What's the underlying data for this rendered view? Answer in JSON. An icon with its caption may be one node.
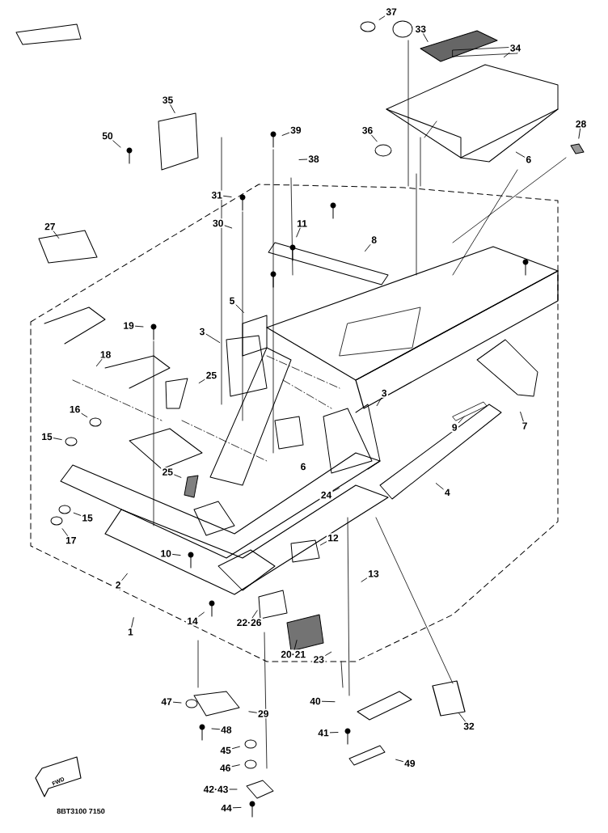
{
  "diagram": {
    "nodes": [
      {
        "text": [
          "31"
        ]
      },
      {
        "text": [
          "30"
        ]
      },
      {
        "text": [
          "35"
        ]
      },
      {
        "text": [
          "50"
        ]
      },
      {
        "text": [
          "39"
        ]
      },
      {
        "text": [
          "38"
        ]
      },
      {
        "text": [
          "36"
        ]
      },
      {
        "text": [
          "37"
        ]
      },
      {
        "text": [
          "33"
        ]
      },
      {
        "text": [
          "34"
        ]
      },
      {
        "text": [
          "28"
        ]
      },
      {
        "text": [
          "6"
        ]
      },
      {
        "text": [
          "27"
        ]
      },
      {
        "text": [
          "11"
        ]
      },
      {
        "text": [
          "8"
        ]
      },
      {
        "text": [
          "5"
        ]
      },
      {
        "text": [
          "19"
        ]
      },
      {
        "text": [
          "3"
        ]
      },
      {
        "text": [
          "18"
        ]
      },
      {
        "text": [
          "25"
        ]
      },
      {
        "text": [
          "16"
        ]
      },
      {
        "text": [
          "15"
        ]
      },
      {
        "text": [
          "3"
        ]
      },
      {
        "text": [
          "9"
        ]
      },
      {
        "text": [
          "7"
        ]
      },
      {
        "text": [
          "25"
        ]
      },
      {
        "text": [
          "24"
        ]
      },
      {
        "text": [
          "4"
        ]
      },
      {
        "text": [
          "15"
        ]
      },
      {
        "text": [
          "17"
        ]
      },
      {
        "text": [
          "10"
        ]
      },
      {
        "text": [
          "12"
        ]
      },
      {
        "text": [
          "2"
        ]
      },
      {
        "text": [
          "13"
        ]
      },
      {
        "text": [
          "14"
        ]
      },
      {
        "text": [
          "22·26"
        ]
      },
      {
        "text": [
          "1"
        ]
      },
      {
        "text": [
          "20·21"
        ]
      },
      {
        "text": [
          "23"
        ]
      },
      {
        "text": [
          "32"
        ]
      },
      {
        "text": [
          "47"
        ]
      },
      {
        "text": [
          "29"
        ]
      },
      {
        "text": [
          "40"
        ]
      },
      {
        "text": [
          "48"
        ]
      },
      {
        "text": [
          "41"
        ]
      },
      {
        "text": [
          "45"
        ]
      },
      {
        "text": [
          "46"
        ]
      },
      {
        "text": [
          "49"
        ]
      },
      {
        "text": [
          "42·43"
        ]
      },
      {
        "text": [
          "44"
        ]
      }
    ],
    "edges": [
      {
        "from": 0,
        "to": null,
        "arrow": "none"
      },
      {
        "from": 1,
        "to": null,
        "arrow": "none"
      },
      {
        "from": 2,
        "to": null,
        "arrow": "none"
      },
      {
        "from": 3,
        "to": null,
        "arrow": "none"
      },
      {
        "from": 4,
        "to": null,
        "arrow": "none"
      },
      {
        "from": 5,
        "to": null,
        "arrow": "none"
      },
      {
        "from": 6,
        "to": null,
        "arrow": "none"
      },
      {
        "from": 7,
        "to": null,
        "arrow": "none"
      },
      {
        "from": 8,
        "to": null,
        "arrow": "none"
      },
      {
        "from": 9,
        "to": null,
        "arrow": "none"
      },
      {
        "from": 10,
        "to": null,
        "arrow": "none"
      },
      {
        "from": 11,
        "to": null,
        "arrow": "none"
      },
      {
        "from": 12,
        "to": null,
        "arrow": "none"
      },
      {
        "from": 13,
        "to": null,
        "arrow": "none"
      },
      {
        "from": 14,
        "to": null,
        "arrow": "none"
      },
      {
        "from": 15,
        "to": null,
        "arrow": "none"
      },
      {
        "from": 16,
        "to": null,
        "arrow": "none"
      },
      {
        "from": 17,
        "to": null,
        "arrow": "none"
      },
      {
        "from": 18,
        "to": null,
        "arrow": "none"
      },
      {
        "from": 19,
        "to": null,
        "arrow": "none"
      },
      {
        "from": 20,
        "to": null,
        "arrow": "none"
      },
      {
        "from": 21,
        "to": null,
        "arrow": "none"
      },
      {
        "from": 22,
        "to": null,
        "arrow": "none"
      },
      {
        "from": 23,
        "to": null,
        "arrow": "none"
      },
      {
        "from": 24,
        "to": null,
        "arrow": "none"
      },
      {
        "from": 25,
        "to": null,
        "arrow": "none"
      },
      {
        "from": 26,
        "to": null,
        "arrow": "none"
      },
      {
        "from": 27,
        "to": null,
        "arrow": "none"
      },
      {
        "from": 28,
        "to": null,
        "arrow": "none"
      },
      {
        "from": 29,
        "to": null,
        "arrow": "none"
      },
      {
        "from": 30,
        "to": null,
        "arrow": "none"
      },
      {
        "from": 31,
        "to": null,
        "arrow": "none"
      },
      {
        "from": 32,
        "to": null,
        "arrow": "none"
      },
      {
        "from": 33,
        "to": null,
        "arrow": "none"
      },
      {
        "from": 34,
        "to": null,
        "arrow": "none"
      },
      {
        "from": 35,
        "to": null,
        "arrow": "none"
      },
      {
        "from": 36,
        "to": null,
        "arrow": "none"
      },
      {
        "from": 37,
        "to": null,
        "arrow": "none"
      },
      {
        "from": 38,
        "to": null,
        "arrow": "none"
      },
      {
        "from": 39,
        "to": null,
        "arrow": "none"
      },
      {
        "from": 40,
        "to": null,
        "arrow": "none"
      },
      {
        "from": 41,
        "to": null,
        "arrow": "none"
      },
      {
        "from": 42,
        "to": null,
        "arrow": "none"
      },
      {
        "from": 43,
        "to": null,
        "arrow": "none"
      },
      {
        "from": 44,
        "to": null,
        "arrow": "none"
      },
      {
        "from": 45,
        "to": null,
        "arrow": "none"
      },
      {
        "from": 46,
        "to": null,
        "arrow": "none"
      },
      {
        "from": 47,
        "to": null,
        "arrow": "none"
      },
      {
        "from": 48,
        "to": null,
        "arrow": "none"
      },
      {
        "from": 49,
        "to": null,
        "arrow": "none"
      }
    ],
    "labels": [
      "6",
      "FWD",
      "8BT3100 7150"
    ]
  }
}
